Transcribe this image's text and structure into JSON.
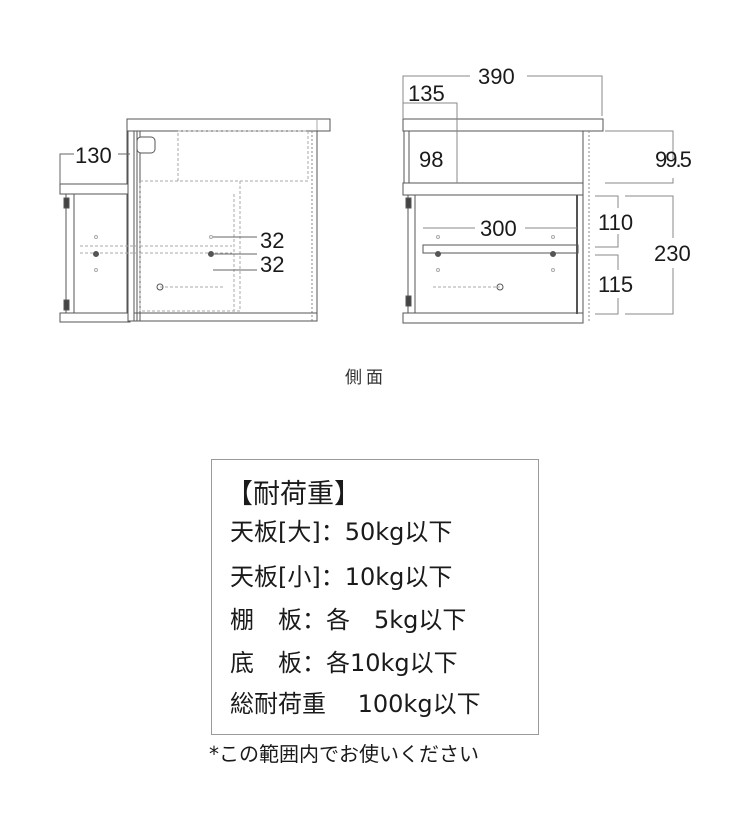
{
  "diagram": {
    "left_view": {
      "dimensions": {
        "top_tier_depth": "130",
        "shelf_pitch_upper": "32",
        "shelf_pitch_lower": "32"
      }
    },
    "right_view": {
      "dimensions": {
        "overall_depth": "390",
        "small_top_depth": "135",
        "small_top_height": "98",
        "upper_height": "99.5",
        "inner_width": "300",
        "upper_compartment": "110",
        "lower_compartment": "115",
        "cabinet_height": "230"
      }
    },
    "caption": "側面"
  },
  "load_capacity": {
    "title": "【耐荷重】",
    "rows": [
      "天板[大]：50kg以下",
      "天板[小]：10kg以下",
      "棚　板：各　5kg以下",
      "底　板：各10kg以下",
      "総耐荷重　 100kg以下"
    ],
    "note": "*この範囲内でお使いください"
  }
}
